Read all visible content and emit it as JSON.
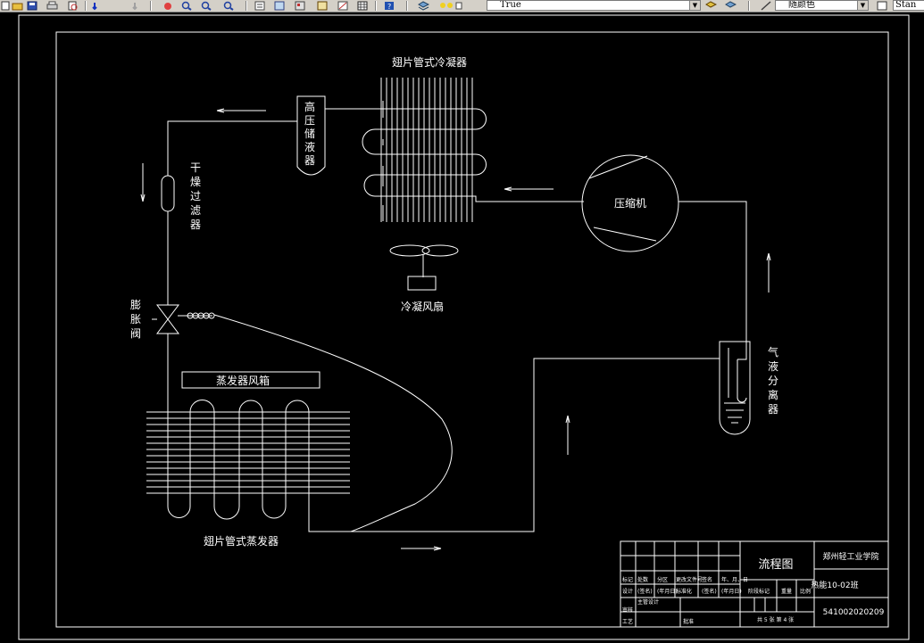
{
  "toolbar": {
    "layer_combo_value": "True",
    "linetype_combo_value": "随颜色",
    "style_combo_value": "Stan",
    "icons": [
      "new-file-icon",
      "open-icon",
      "save-icon",
      "print-icon",
      "preview-icon",
      "cut-icon",
      "copy-icon",
      "paste-icon",
      "undo-icon",
      "redo-icon",
      "pan-icon",
      "zoom-realtime-icon",
      "zoom-window-icon",
      "zoom-previous-icon",
      "properties-icon",
      "design-center-icon",
      "tool-palette-icon",
      "calculator-icon",
      "help-icon",
      "layer-manager-icon",
      "layer-state-icons",
      "color-manager-icon",
      "linetype-icon",
      "plot-style-icon"
    ]
  },
  "drawing": {
    "labels": {
      "condenser": "翅片管式冷凝器",
      "receiver": [
        "高",
        "压",
        "储",
        "液",
        "器"
      ],
      "filter_drier": [
        "干",
        "燥",
        "过",
        "滤",
        "器"
      ],
      "compressor": "压缩机",
      "condenser_fan": "冷凝风扇",
      "expansion_valve": [
        "膨",
        "胀",
        "阀"
      ],
      "evaporator_box": "蒸发器风箱",
      "evaporator": "翅片管式蒸发器",
      "separator": [
        "气",
        "液",
        "分",
        "离",
        "器"
      ]
    },
    "title_block": {
      "drawing_title": "流程图",
      "school": "郑州轻工业学院",
      "class_name": "热能10-02班",
      "student_id": "541002020209",
      "sheet_info": "共 5 张   第 4 张",
      "row_labels": [
        "标记",
        "处数",
        "分区",
        "更改文件号",
        "签名",
        "年、月、日"
      ],
      "row_labels_2": [
        "设计",
        "(签名)",
        "(年月日)",
        "标准化",
        "(签名)",
        "(年月日)"
      ],
      "stage_mark": "阶段标记",
      "weight": "重量",
      "scale": "比例",
      "checker": "审核",
      "process": "工艺",
      "approve": "批准",
      "main_designer": "主管设计"
    }
  }
}
